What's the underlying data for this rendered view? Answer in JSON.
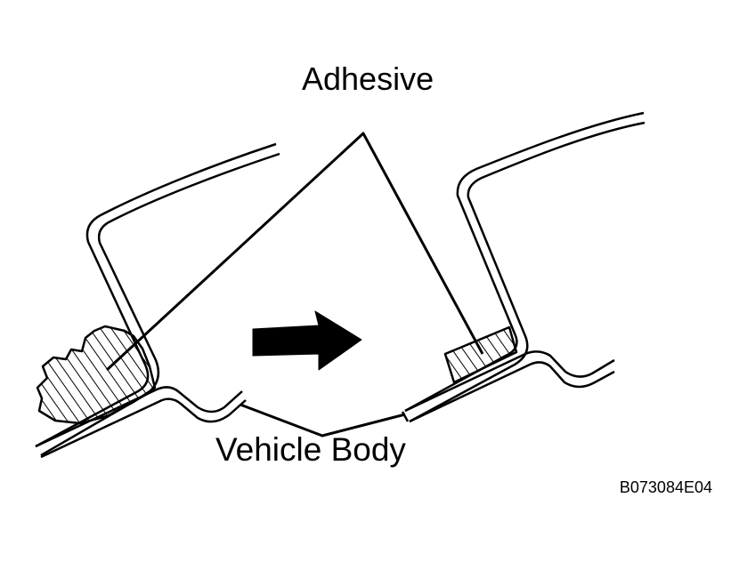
{
  "labels": {
    "adhesive": "Adhesive",
    "vehicle_body": "Vehicle Body",
    "figure_code": "B073084E04"
  },
  "colors": {
    "ink": "#000000",
    "background": "#ffffff"
  },
  "icons": {
    "direction_arrow": "right-arrow-icon"
  }
}
